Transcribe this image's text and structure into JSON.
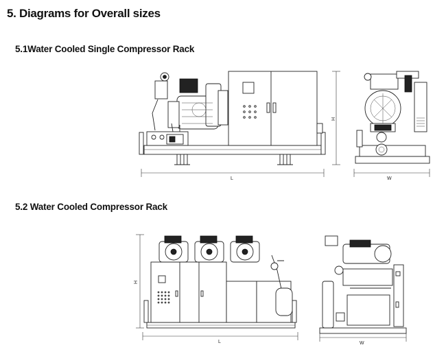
{
  "section": {
    "title": "5.   Diagrams for Overall sizes"
  },
  "subsections": [
    {
      "title": "5.1Water Cooled Single Compressor Rack",
      "dims": {
        "length": "L",
        "height": "H",
        "width": "W"
      }
    },
    {
      "title": "5.2 Water Cooled Compressor Rack",
      "dims": {
        "length": "L",
        "height": "H",
        "width": "W"
      }
    }
  ]
}
